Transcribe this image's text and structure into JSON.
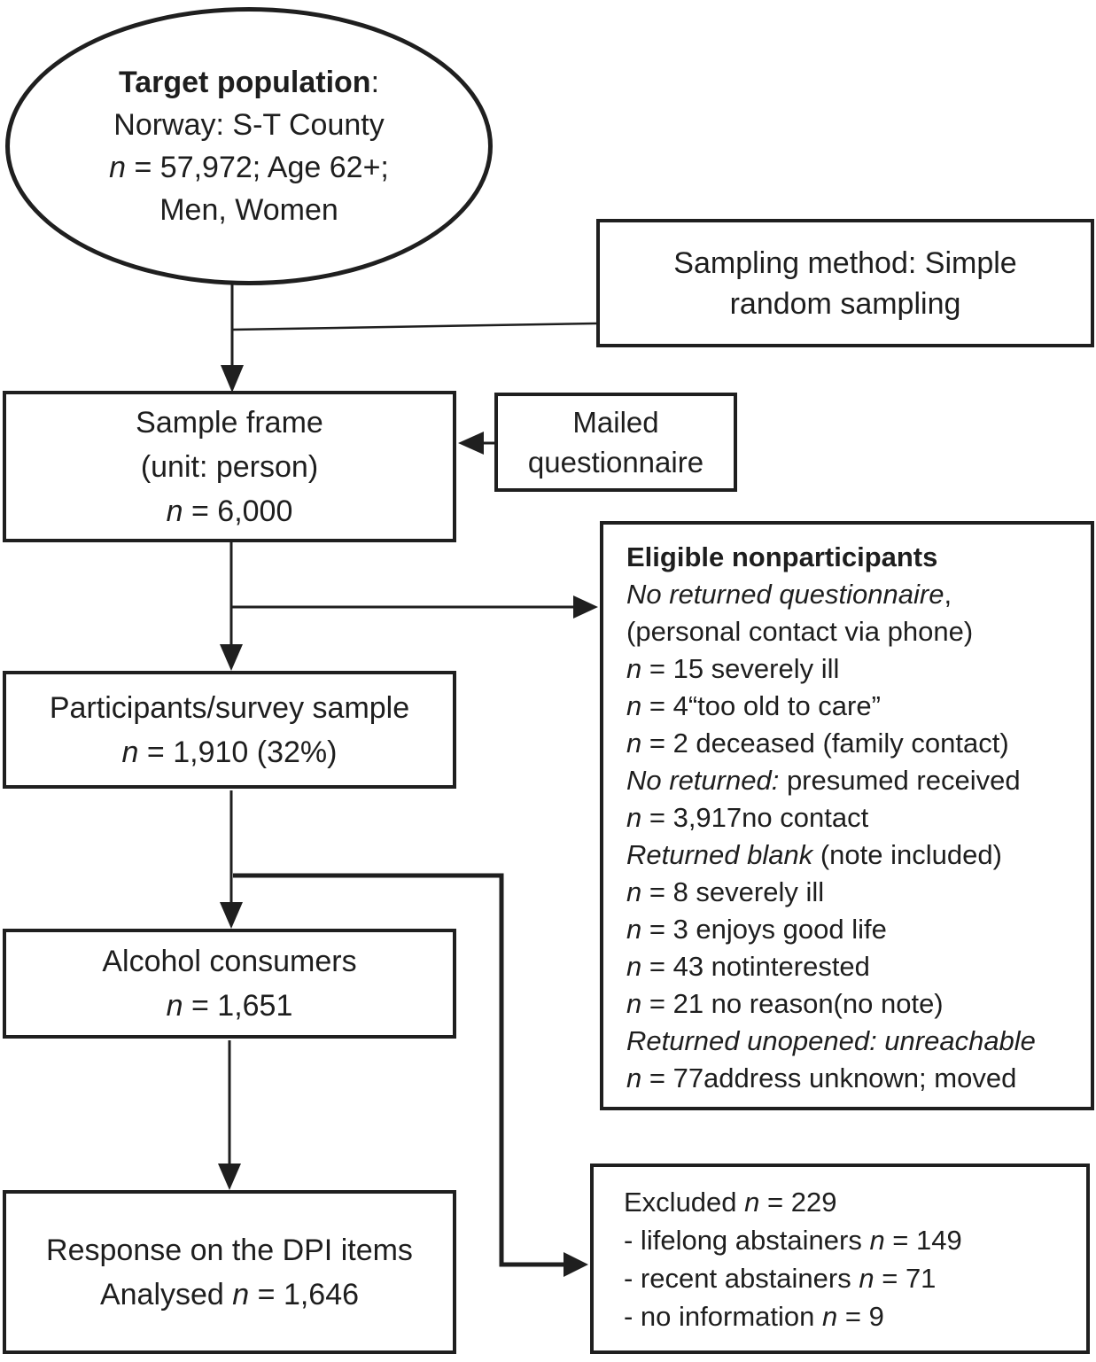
{
  "colors": {
    "stroke": "#1f1f1f",
    "text": "#1e1e1e",
    "background": "#ffffff"
  },
  "nodes": {
    "target_population": {
      "shape": "ellipse",
      "lines": [
        [
          {
            "t": "Target population",
            "s": "b"
          },
          {
            "t": ":"
          }
        ],
        [
          {
            "t": "Norway: S-T County"
          }
        ],
        [
          {
            "t": "n",
            "s": "i"
          },
          {
            "t": " = 57,972; Age 62+;"
          }
        ],
        [
          {
            "t": "Men, Women"
          }
        ]
      ]
    },
    "sampling_method": {
      "shape": "rect",
      "lines": [
        [
          {
            "t": "Sampling method: Simple"
          }
        ],
        [
          {
            "t": "random sampling"
          }
        ]
      ]
    },
    "sample_frame": {
      "shape": "rect",
      "lines": [
        [
          {
            "t": "Sample frame"
          }
        ],
        [
          {
            "t": "(unit: person)"
          }
        ],
        [
          {
            "t": "n",
            "s": "i"
          },
          {
            "t": " = 6,000"
          }
        ]
      ]
    },
    "mailed_questionnaire": {
      "shape": "rect",
      "lines": [
        [
          {
            "t": "Mailed"
          }
        ],
        [
          {
            "t": "questionnaire"
          }
        ]
      ]
    },
    "participants": {
      "shape": "rect",
      "lines": [
        [
          {
            "t": "Participants/survey sample"
          }
        ],
        [
          {
            "t": "n",
            "s": "i"
          },
          {
            "t": " = 1,910 (32%)"
          }
        ]
      ]
    },
    "eligible_nonparticipants": {
      "shape": "rect",
      "lines": [
        [
          {
            "t": "Eligible nonparticipants",
            "s": "b"
          }
        ],
        [
          {
            "t": "No returned questionnaire",
            "s": "i"
          },
          {
            "t": ","
          }
        ],
        [
          {
            "t": "(personal contact via phone)"
          }
        ],
        [
          {
            "t": "n",
            "s": "i"
          },
          {
            "t": " = 15 severely ill"
          }
        ],
        [
          {
            "t": "n",
            "s": "i"
          },
          {
            "t": " = 4“too old to care”"
          }
        ],
        [
          {
            "t": "n",
            "s": "i"
          },
          {
            "t": " = 2 deceased (family contact)"
          }
        ],
        [
          {
            "t": "No returned:",
            "s": "i"
          },
          {
            "t": " presumed received"
          }
        ],
        [
          {
            "t": "n",
            "s": "i"
          },
          {
            "t": " = 3,917no contact"
          }
        ],
        [
          {
            "t": "Returned blank",
            "s": "i"
          },
          {
            "t": " (note included)"
          }
        ],
        [
          {
            "t": "n",
            "s": "i"
          },
          {
            "t": " = 8 severely ill"
          }
        ],
        [
          {
            "t": "n",
            "s": "i"
          },
          {
            "t": " = 3 enjoys good life"
          }
        ],
        [
          {
            "t": "n",
            "s": "i"
          },
          {
            "t": " = 43 notinterested"
          }
        ],
        [
          {
            "t": "n",
            "s": "i"
          },
          {
            "t": " = 21 no reason(no note)"
          }
        ],
        [
          {
            "t": "Returned unopened: unreachable",
            "s": "i"
          }
        ],
        [
          {
            "t": "n",
            "s": "i"
          },
          {
            "t": " = 77address unknown; moved"
          }
        ]
      ]
    },
    "alcohol_consumers": {
      "shape": "rect",
      "lines": [
        [
          {
            "t": "Alcohol consumers"
          }
        ],
        [
          {
            "t": "n",
            "s": "i"
          },
          {
            "t": " = 1,651"
          }
        ]
      ]
    },
    "excluded": {
      "shape": "rect",
      "lines": [
        [
          {
            "t": "Excluded "
          },
          {
            "t": "n",
            "s": "i"
          },
          {
            "t": " = 229"
          }
        ],
        [
          {
            "t": "- lifelong abstainers "
          },
          {
            "t": "n",
            "s": "i"
          },
          {
            "t": " = 149"
          }
        ],
        [
          {
            "t": "- recent abstainers "
          },
          {
            "t": "n",
            "s": "i"
          },
          {
            "t": " = 71"
          }
        ],
        [
          {
            "t": "- no information "
          },
          {
            "t": "n",
            "s": "i"
          },
          {
            "t": " = 9"
          }
        ]
      ]
    },
    "response_dpi": {
      "shape": "rect",
      "lines": [
        [
          {
            "t": "Response on the DPI items"
          }
        ],
        [
          {
            "t": "Analysed "
          },
          {
            "t": "n",
            "s": "i"
          },
          {
            "t": " = 1,646"
          }
        ]
      ]
    }
  },
  "edges": [
    {
      "from": "target_population",
      "to": "sample_frame",
      "style": "arrow-down"
    },
    {
      "from": "target_population",
      "to": "sampling_method",
      "style": "plain-line"
    },
    {
      "from": "mailed_questionnaire",
      "to": "sample_frame",
      "style": "arrow-left"
    },
    {
      "from": "sample_frame",
      "to": "participants",
      "style": "arrow-down"
    },
    {
      "from": "sample_frame",
      "to": "eligible_nonparticipants",
      "style": "arrow-right"
    },
    {
      "from": "participants",
      "to": "alcohol_consumers",
      "style": "arrow-down"
    },
    {
      "from": "participants",
      "to": "excluded",
      "style": "elbow-arrow-right"
    },
    {
      "from": "alcohol_consumers",
      "to": "response_dpi",
      "style": "arrow-down"
    }
  ]
}
